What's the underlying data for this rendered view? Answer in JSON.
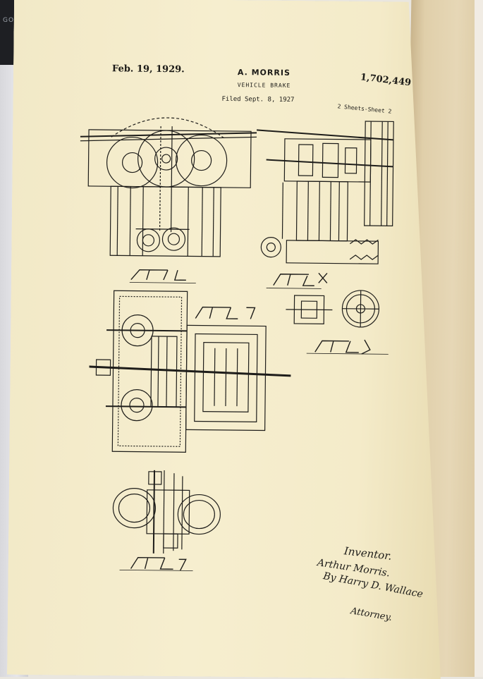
{
  "patent": {
    "date": "Feb. 19, 1929.",
    "inventor": "A. MORRIS",
    "title": "VEHICLE BRAKE",
    "patent_number": "1,702,449",
    "filed": "Filed Sept. 8, 1927",
    "sheets": "2 Sheets-Sheet 2"
  },
  "signature_block": {
    "inventor_label": "Inventor.",
    "inventor_name": "Arthur Morris.",
    "by_attorney": "By Harry D. Wallace",
    "attorney_label": "Attorney."
  },
  "colors": {
    "paper": "#f4ebc9",
    "ink": "#1b1a17",
    "binder": "#1e1f23"
  },
  "icons": [
    "binder",
    "patent-drawing"
  ]
}
